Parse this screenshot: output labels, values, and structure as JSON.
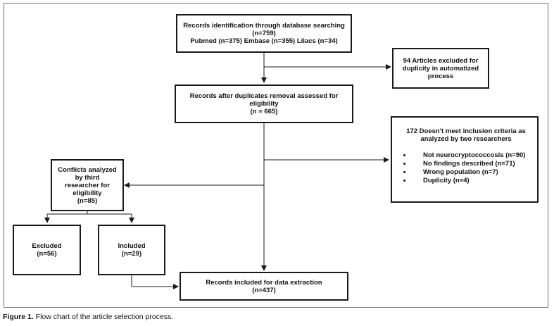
{
  "boxes": {
    "identification": {
      "lines": [
        "Records identification through database searching",
        "(n=759)",
        "Pubmed (n=375) Embase (n=355) Lilacs (n=34)"
      ]
    },
    "duplicates_excluded": {
      "lines": [
        "94 Articles excluded for",
        "duplicity in automatized",
        "process"
      ]
    },
    "after_duplicates": {
      "lines": [
        "Records after duplicates removal assessed for",
        "eligibility",
        "(n = 665)"
      ]
    },
    "exclusion_criteria": {
      "head_lines": [
        "172  Doesn't meet inclusion criteria as",
        "analyzed by two researchers"
      ],
      "items": [
        "Not neurocryptococcosis (n=90)",
        "No findings described (n=71)",
        "Wrong population  (n=7)",
        "Duplicity (n=4)"
      ]
    },
    "conflicts": {
      "lines": [
        "Conflicts analyzed",
        "by third",
        "researcher for",
        "eligibility",
        "(n=85)"
      ]
    },
    "excluded": {
      "lines": [
        "Excluded",
        "(n=56)"
      ]
    },
    "included": {
      "lines": [
        "Included",
        "(n=29)"
      ]
    },
    "final": {
      "lines": [
        "Records included for data extraction",
        "(n=437)"
      ]
    }
  },
  "caption": {
    "label": "Figure 1.",
    "text": " Flow chart of the article selection process."
  },
  "colors": {
    "line": "#1a1a1a",
    "frame": "#6f6f6f"
  }
}
